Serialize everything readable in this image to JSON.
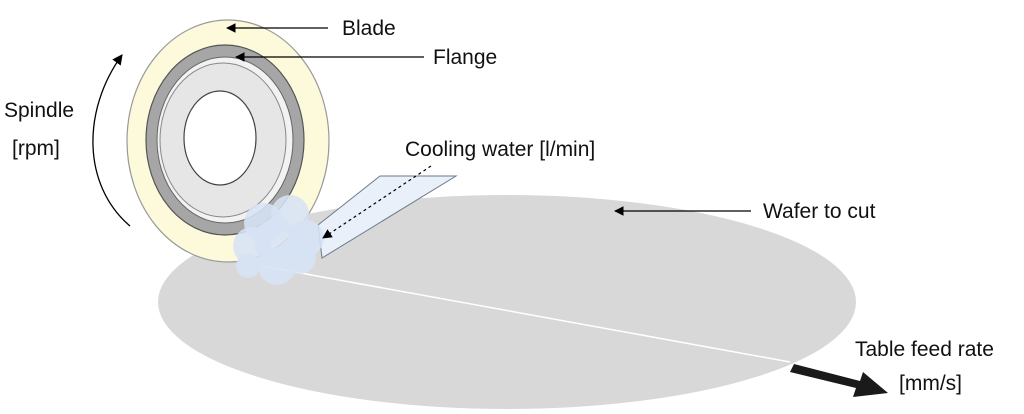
{
  "labels": {
    "blade": "Blade",
    "flange": "Flange",
    "spindle_line1": "Spindle",
    "spindle_line2": "[rpm]",
    "cooling_water": "Cooling water [l/min]",
    "wafer": "Wafer to cut",
    "feed_line1": "Table feed rate",
    "feed_line2": "[mm/s]"
  },
  "colors": {
    "wafer_fill": "#d9d8d9",
    "blade_fill": "#fdf9db",
    "flange_ring": "#a6a6a6",
    "hub": "#e8e8e8",
    "water": "#dbe8f7",
    "arrow": "#1a1a1a"
  }
}
